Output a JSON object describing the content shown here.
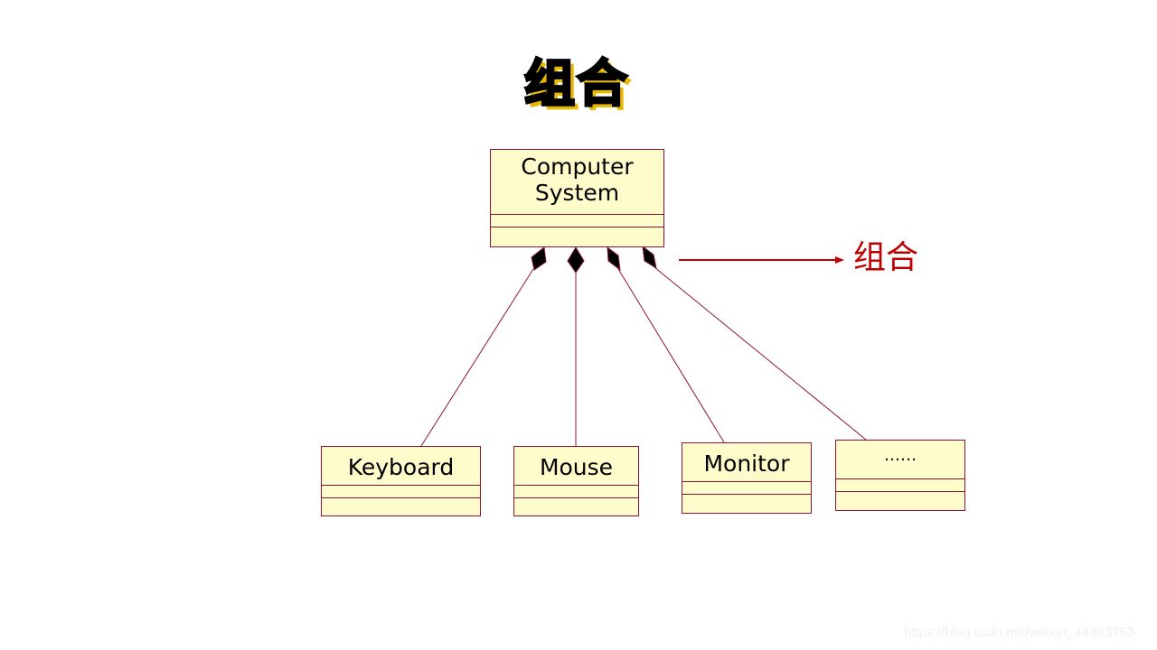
{
  "title": "组合",
  "colors": {
    "box_fill": "#fffccc",
    "box_border": "#8b1538",
    "arrow_label": "#c00000",
    "title_shadow": "#e6b800"
  },
  "diagram": {
    "parent": {
      "name_line1": "Computer",
      "name_line2": "System"
    },
    "children": [
      {
        "name": "Keyboard"
      },
      {
        "name": "Mouse"
      },
      {
        "name": "Monitor"
      },
      {
        "name": "……"
      }
    ],
    "relationship": "composition",
    "annotation_label": "组合"
  },
  "watermark": "https://blog.csdn.net/weixin_44803753"
}
